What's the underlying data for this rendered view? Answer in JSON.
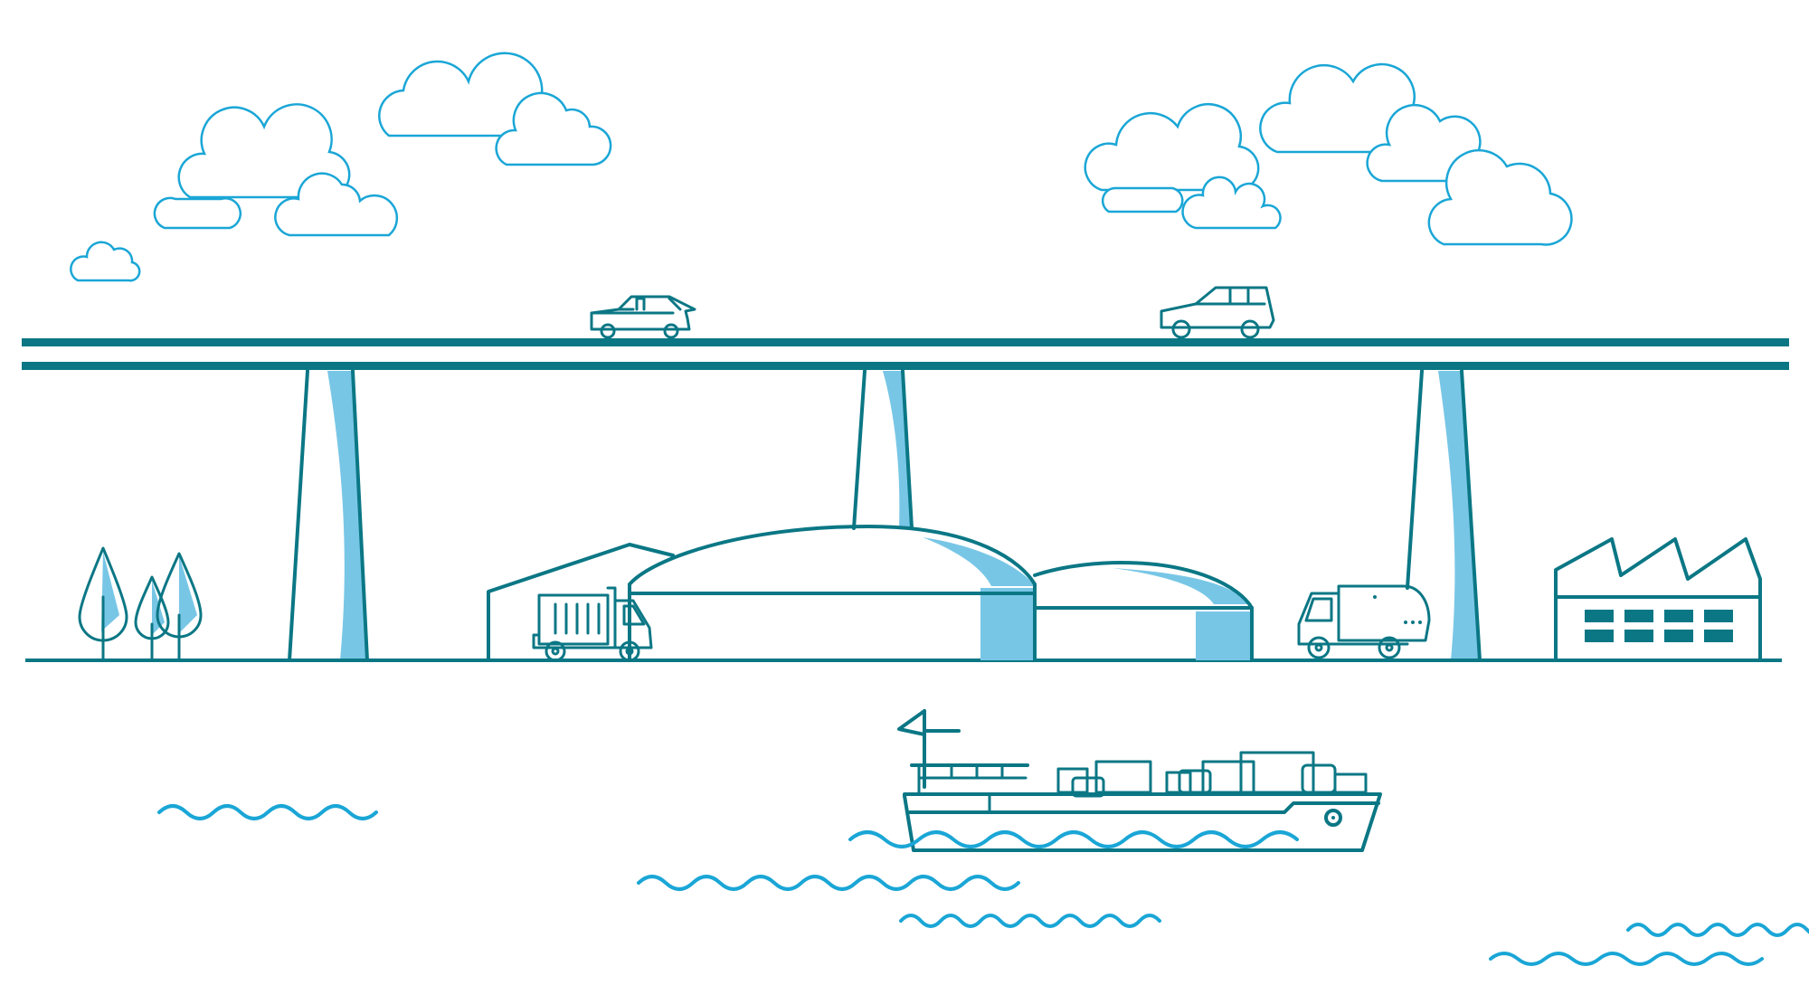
{
  "scene": {
    "description_elements": [
      "clouds",
      "elevated-highway",
      "cars",
      "storage-domes",
      "trucks",
      "trees",
      "factory",
      "cargo-ship",
      "water-waves"
    ],
    "colors": {
      "line": "#0b7785",
      "accent": "#78c6e6",
      "wave": "#1aa6d6",
      "background": "#ffffff"
    }
  }
}
